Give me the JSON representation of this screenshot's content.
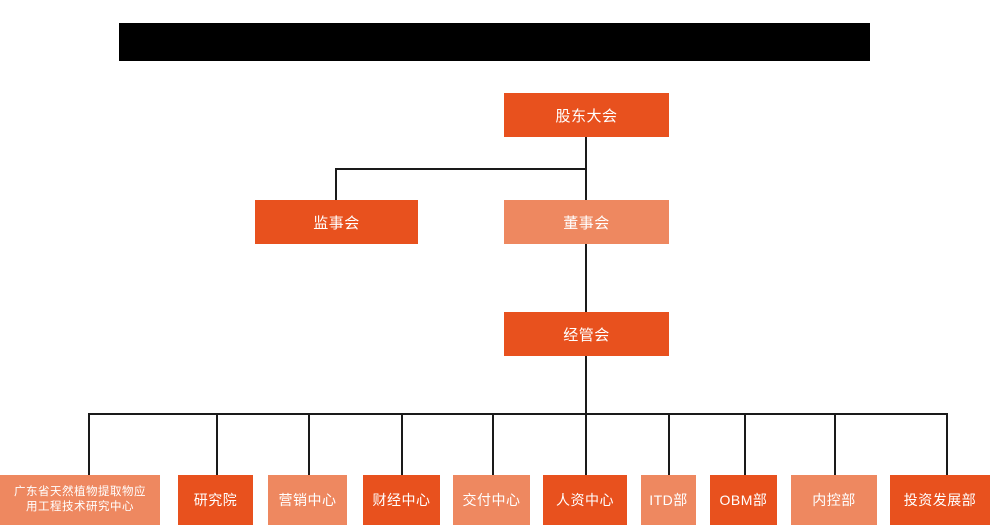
{
  "banner": {
    "name": "redacted-title-bar",
    "text": "",
    "color": "#000000"
  },
  "colors": {
    "strong_orange": "#e8511e",
    "light_orange": "#ee8860",
    "line": "#1a1a1a",
    "background": "#ffffff",
    "text": "#ffffff"
  },
  "chart_title": "",
  "nodes": {
    "shareholders_meeting": {
      "label": "股东大会",
      "tone": "strong"
    },
    "supervisory_board": {
      "label": "监事会",
      "tone": "strong"
    },
    "board_of_directors": {
      "label": "董事会",
      "tone": "light"
    },
    "management_committee": {
      "label": "经管会",
      "tone": "strong"
    }
  },
  "departments": [
    {
      "label": "广东省天然植物提取物应\n用工程技术研究中心",
      "tone": "light",
      "name": "dept-guangdong-research-center"
    },
    {
      "label": "研究院",
      "tone": "strong",
      "name": "dept-research-institute"
    },
    {
      "label": "营销中心",
      "tone": "light",
      "name": "dept-marketing-center"
    },
    {
      "label": "财经中心",
      "tone": "strong",
      "name": "dept-finance-center"
    },
    {
      "label": "交付中心",
      "tone": "light",
      "name": "dept-delivery-center"
    },
    {
      "label": "人资中心",
      "tone": "strong",
      "name": "dept-hr-center"
    },
    {
      "label": "ITD部",
      "tone": "light",
      "name": "dept-itd"
    },
    {
      "label": "OBM部",
      "tone": "strong",
      "name": "dept-obm"
    },
    {
      "label": "内控部",
      "tone": "light",
      "name": "dept-internal-control"
    },
    {
      "label": "投资发展部",
      "tone": "strong",
      "name": "dept-investment-development"
    }
  ]
}
